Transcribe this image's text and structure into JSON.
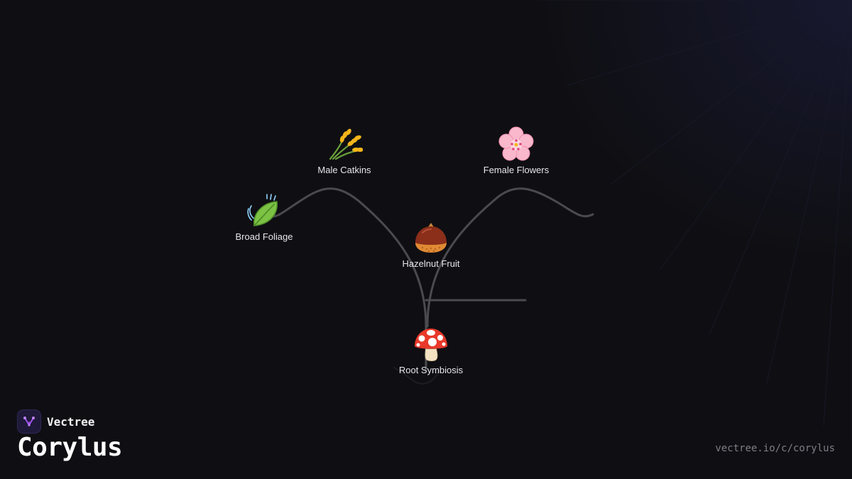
{
  "brand": {
    "name": "Vectree",
    "logo_color": "#a855f7"
  },
  "page": {
    "title": "Corylus",
    "url": "vectree.io/c/corylus"
  },
  "colors": {
    "background": "#0f0f13",
    "branch": "#4a4a4f",
    "label": "#e6e6ea"
  },
  "nodes": [
    {
      "id": "male-catkins",
      "label": "Male Catkins",
      "icon": "sheaf-of-rice-icon"
    },
    {
      "id": "female-flowers",
      "label": "Female Flowers",
      "icon": "cherry-blossom-icon"
    },
    {
      "id": "broad-foliage",
      "label": "Broad Foliage",
      "icon": "leaf-fluttering-in-wind-icon"
    },
    {
      "id": "hazelnut-fruit",
      "label": "Hazelnut Fruit",
      "icon": "chestnut-icon"
    },
    {
      "id": "root-symbiosis",
      "label": "Root Symbiosis",
      "icon": "mushroom-icon"
    }
  ]
}
